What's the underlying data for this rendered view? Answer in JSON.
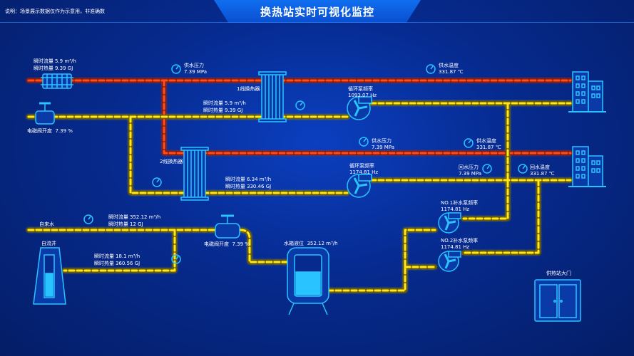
{
  "header": {
    "note": "说明：场景展示数据仅作为示意用，非准确数",
    "title": "换热站实时可视化监控"
  },
  "top_left": {
    "flow_label": "瞬时流量",
    "flow_value": "5.9 m³/h",
    "heat_label": "瞬时热量",
    "heat_value": "9.39 GJ"
  },
  "valve1": {
    "label": "电磁阀开度",
    "value": "7.39 %"
  },
  "supply_pressure1": {
    "label": "供水压力",
    "value": "7.39 MPa"
  },
  "exchanger1": {
    "label": "1线换热器"
  },
  "exchanger1_readout": {
    "flow_label": "瞬时流量",
    "flow_value": "5.9 m³/h",
    "heat_label": "瞬时热量",
    "heat_value": "9.39 GJ"
  },
  "supply_temp1": {
    "label": "供水温度",
    "value": "331.87 ℃"
  },
  "pump1": {
    "label": "循环泵频率",
    "value": "1093.07 Hz"
  },
  "supply_pressure2": {
    "label": "供水压力",
    "value": "7.39 MPa"
  },
  "supply_temp2": {
    "label": "供水温度",
    "value": "331.87 ℃"
  },
  "exchanger2": {
    "label": "2线换热器"
  },
  "exchanger2_readout": {
    "flow_label": "瞬时流量",
    "flow_value": "6.34 m³/h",
    "heat_label": "瞬时热量",
    "heat_value": "330.46 GJ"
  },
  "pump2": {
    "label": "循环泵频率",
    "value": "1174.81 Hz"
  },
  "return_pressure": {
    "label": "回水压力",
    "value": "7.39 MPa"
  },
  "return_temp": {
    "label": "回水温度",
    "value": "331.87 ℃"
  },
  "tap_water": {
    "label": "自来水"
  },
  "tap_readout": {
    "flow_label": "瞬时流量",
    "flow_value": "352.12 m³/h",
    "heat_label": "瞬时热量",
    "heat_value": "12 GJ"
  },
  "valve2": {
    "label": "电磁阀开度",
    "value": "7.39 %"
  },
  "tank": {
    "label": "水箱液位",
    "value": "352.12 m³/h"
  },
  "well": {
    "label": "自流井"
  },
  "well_readout": {
    "flow_label": "瞬时流量",
    "flow_value": "18.1 m³/h",
    "heat_label": "瞬时热量",
    "heat_value": "360.56 GJ"
  },
  "makeup_pump1": {
    "label": "NO.1补水泵频率",
    "value": "1174.81 Hz"
  },
  "makeup_pump2": {
    "label": "NO.2补水泵频率",
    "value": "1174.81 Hz"
  },
  "gate": {
    "label": "供热站大门"
  },
  "colors": {
    "supply_pipe": "#ff4d1a",
    "return_pipe": "#ffe81a",
    "accent": "#29c4ff",
    "background": "#062a8e"
  },
  "icons": [
    "radiator-icon",
    "valve-icon",
    "gauge-icon",
    "heat-exchanger-icon",
    "pump-icon",
    "building-icon",
    "tank-icon",
    "well-icon",
    "gate-icon"
  ]
}
